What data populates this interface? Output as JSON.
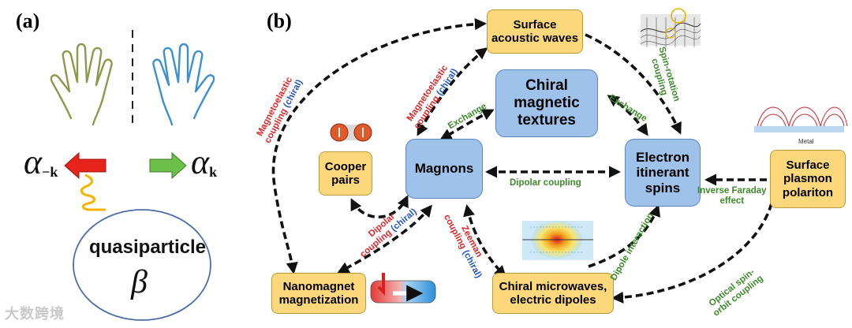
{
  "panels": {
    "a": "(a)",
    "b": "(b)"
  },
  "panel_a": {
    "alpha_left": "α",
    "alpha_left_sub": "−k",
    "alpha_right": "α",
    "alpha_right_sub": "k",
    "quasiparticle": "quasiparticle",
    "beta": "β",
    "colors": {
      "left_hand": "#8a9a4a",
      "right_hand": "#3c8fd0",
      "red_arrow": "#e8231c",
      "green_arrow": "#6cc04a",
      "spring": "#f4b400"
    }
  },
  "nodes": {
    "surface_acoustic": "Surface\nacoustic waves",
    "chiral_textures": "Chiral\nmagnetic\ntextures",
    "magnons": "Magnons",
    "electron_spins": "Electron\nitinerant\nspins",
    "cooper_pairs": "Cooper\npairs",
    "surface_plasmon": "Surface\nplasmon\npolariton",
    "nanomagnet": "Nanomagnet\nmagnetization",
    "chiral_microwaves": "Chiral microwaves,\nelectric dipoles"
  },
  "annotations": {
    "magnetoelastic_left": "Magnetoelastic",
    "coupling_left": "coupling",
    "chiral_left": "(chiral)",
    "magnetoelastic_mid": "Magnetoelastic",
    "coupling_mid": "coupling",
    "chiral_mid": "(chiral)",
    "spin_rotation": "Spin-rotation",
    "spin_rotation_coupling": "coupling",
    "exchange_left": "Exchange",
    "exchange_right": "Exchange",
    "dipolar_coupling": "Dipolar coupling",
    "inverse_faraday_1": "Inverse Faraday",
    "inverse_faraday_2": "effect",
    "dipolar_1": "Dipolar",
    "dipolar_2": "coupling",
    "dipolar_chiral": "(chiral)",
    "zeeman_1": "Zeeman",
    "zeeman_2": "coupling",
    "zeeman_chiral": "(chiral)",
    "dipole_interaction": "Dipole interaction",
    "optical_1": "Optical spin-",
    "optical_2": "orbit coupling",
    "metal": "Metal"
  },
  "colors": {
    "node_yellow": "#fcd87a",
    "node_blue": "#9ec2ea",
    "text_red": "#e0262a",
    "text_green": "#3d8a2b",
    "text_blue": "#2455c7",
    "arrow": "#111111"
  },
  "watermark": "大数跨境"
}
